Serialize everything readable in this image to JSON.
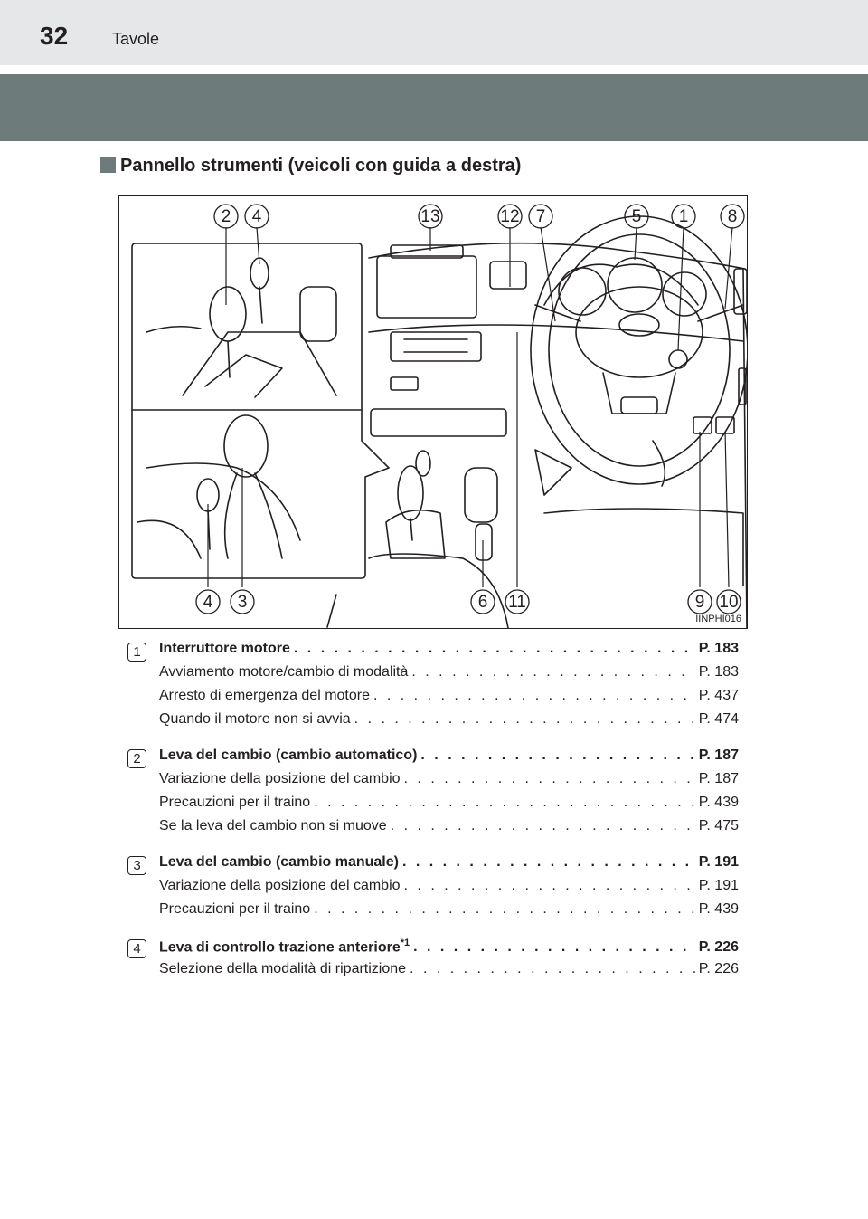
{
  "header": {
    "page_number": "32",
    "chapter": "Tavole"
  },
  "section": {
    "title": "Pannello strumenti (veicoli con guida a destra)"
  },
  "figure": {
    "code": "IINPHI016",
    "callouts_top": [
      "2",
      "4",
      "13",
      "12",
      "7",
      "5",
      "1",
      "8"
    ],
    "callouts_bottom": [
      "4",
      "3",
      "6",
      "11",
      "9",
      "10"
    ]
  },
  "entries": [
    {
      "number": "1",
      "heading": "Interruttore motore",
      "heading_page": "P. 183",
      "items": [
        {
          "label": "Avviamento motore/cambio di modalità",
          "page": "P. 183"
        },
        {
          "label": "Arresto di emergenza del motore",
          "page": "P. 437"
        },
        {
          "label": "Quando il motore non si avvia",
          "page": "P. 474"
        }
      ]
    },
    {
      "number": "2",
      "heading": "Leva del cambio (cambio automatico)",
      "heading_page": "P. 187",
      "items": [
        {
          "label": "Variazione della posizione del cambio",
          "page": "P. 187"
        },
        {
          "label": "Precauzioni per il traino",
          "page": "P. 439"
        },
        {
          "label": "Se la leva del cambio non si muove",
          "page": "P. 475"
        }
      ]
    },
    {
      "number": "3",
      "heading": "Leva del cambio (cambio manuale)",
      "heading_page": "P. 191",
      "items": [
        {
          "label": "Variazione della posizione del cambio",
          "page": "P. 191"
        },
        {
          "label": "Precauzioni per il traino",
          "page": "P. 439"
        }
      ]
    },
    {
      "number": "4",
      "heading": "Leva di controllo trazione anteriore",
      "heading_sup": "*1",
      "heading_page": "P. 226",
      "items": [
        {
          "label": "Selezione della modalità di ripartizione",
          "page": "P. 226"
        }
      ]
    }
  ]
}
